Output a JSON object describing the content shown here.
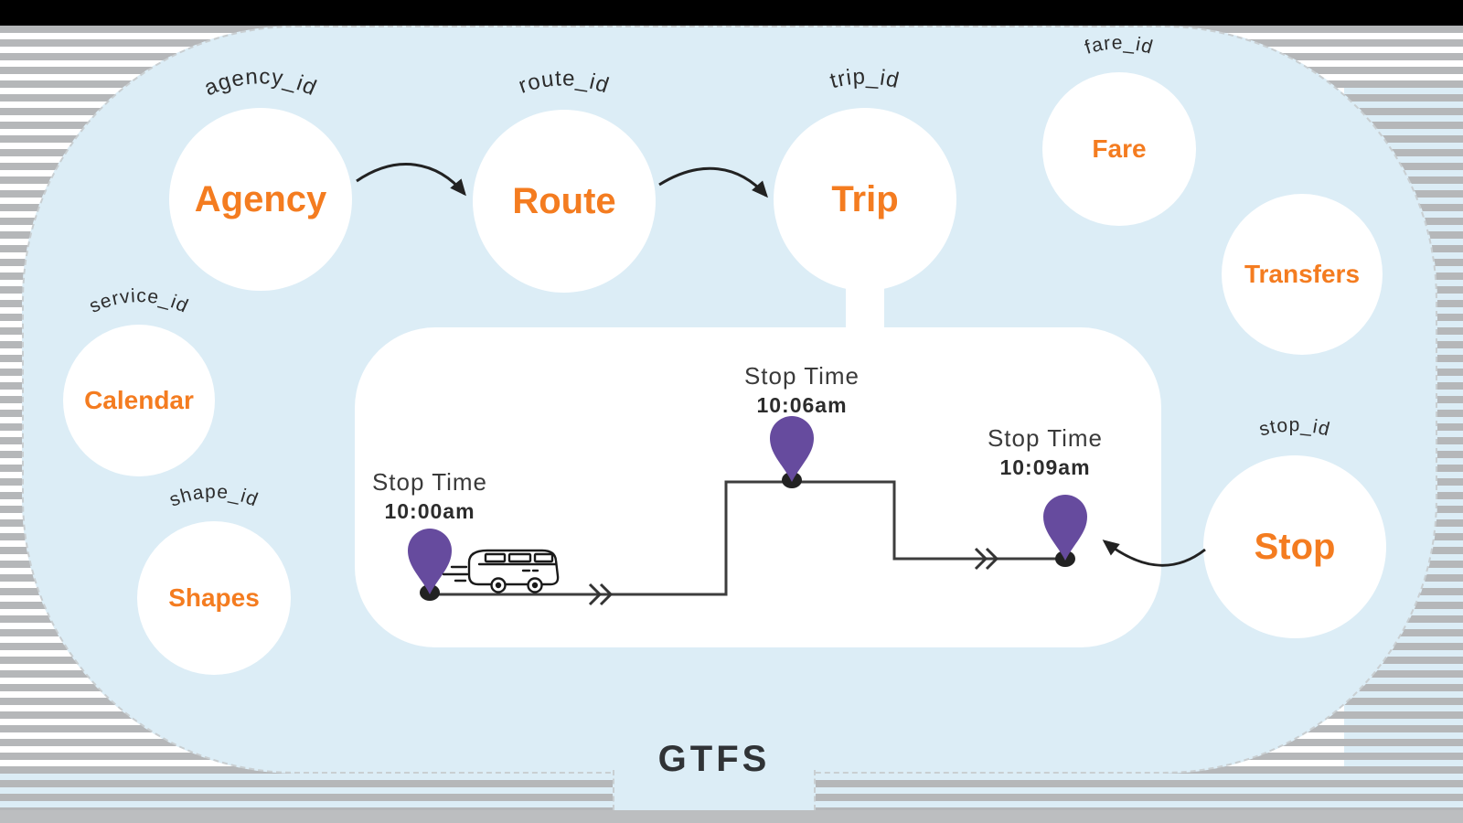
{
  "title": "GTFS",
  "colors": {
    "background_blue": "#dcedf6",
    "node_label_orange": "#F47C20",
    "pin_purple": "#664B9E",
    "line_dark": "#3d3d3d",
    "stripe_gray": "#b5b7b9",
    "top_bar_black": "#000000",
    "bottom_band_gray": "#bcbec0"
  },
  "nodes": [
    {
      "label": "Agency",
      "id_label": "agency_id"
    },
    {
      "label": "Route",
      "id_label": "route_id"
    },
    {
      "label": "Trip",
      "id_label": "trip_id"
    },
    {
      "label": "Fare",
      "id_label": "fare_id"
    },
    {
      "label": "Transfers",
      "id_label": ""
    },
    {
      "label": "Calendar",
      "id_label": "service_id"
    },
    {
      "label": "Shapes",
      "id_label": "shape_id"
    },
    {
      "label": "Stop",
      "id_label": "stop_id"
    }
  ],
  "stop_times": [
    {
      "label": "Stop Time",
      "time": "10:00am"
    },
    {
      "label": "Stop Time",
      "time": "10:06am"
    },
    {
      "label": "Stop Time",
      "time": "10:09am"
    }
  ]
}
